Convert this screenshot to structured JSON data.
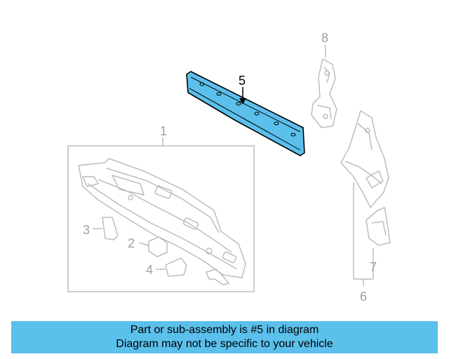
{
  "callouts": {
    "part1": "1",
    "part2": "2",
    "part3": "3",
    "part4": "4",
    "part5": "5",
    "part6": "6",
    "part7": "7",
    "part8": "8"
  },
  "banner": {
    "line1": "Part or sub-assembly is #5 in diagram",
    "line2": "Diagram may not be specific to your vehicle"
  },
  "colors": {
    "highlight_fill": "#5bc0eb",
    "banner_bg": "#5bc0eb",
    "inactive_line": "#bdbdbd",
    "active_line": "#000000"
  }
}
